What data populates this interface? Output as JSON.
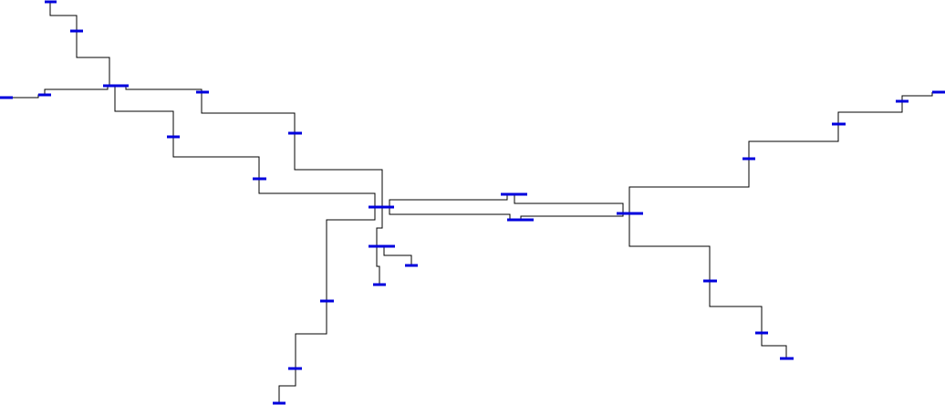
{
  "diagram": {
    "type": "single-line network diagram",
    "colors": {
      "background": "#ffffff",
      "line": "#000000",
      "bus": "#0000dd"
    },
    "bus_count": 29,
    "line_count": 28
  }
}
